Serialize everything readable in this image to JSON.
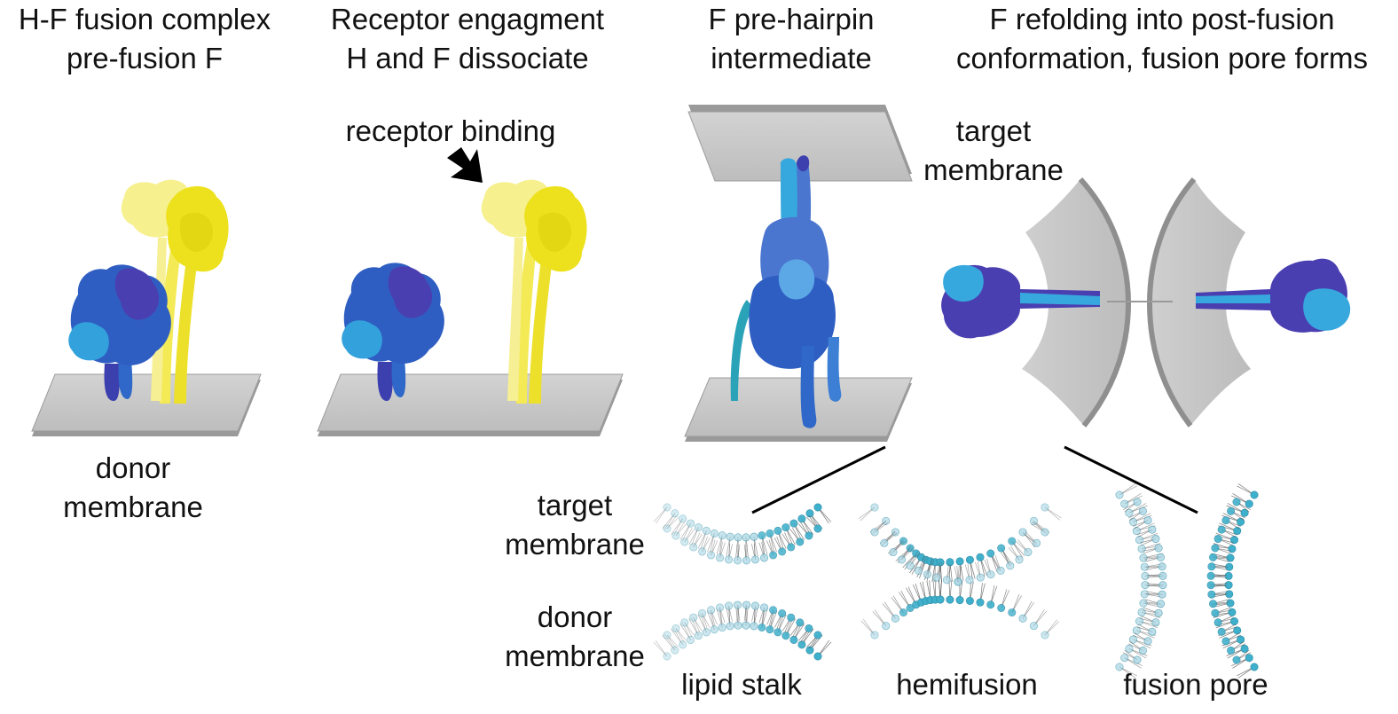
{
  "panels": [
    {
      "id": "stage-1",
      "title": "H-F fusion complex\npre-fusion F",
      "membrane_label": "donor\nmembrane"
    },
    {
      "id": "stage-2",
      "title": "Receptor engagment\nH and F dissociate",
      "annotation": "receptor binding"
    },
    {
      "id": "stage-3",
      "title": "F pre-hairpin\nintermediate",
      "membrane_label": "target\nmembrane"
    },
    {
      "id": "stage-4",
      "title": "F refolding into post-fusion\nconformation, fusion pore forms"
    }
  ],
  "lipid_panel": {
    "target_label": "target\nmembrane",
    "donor_label": "donor\nmembrane",
    "stages": [
      "lipid stalk",
      "hemifusion",
      "fusion pore"
    ]
  },
  "colors": {
    "membrane": "#c4c4c4",
    "membrane_edge": "#8f8f8f",
    "H_protein": "#f0e21a",
    "H_protein_light": "#f6f08f",
    "F_protein_dark": "#3c3fae",
    "F_protein_mid": "#2f68c8",
    "F_protein_light": "#37a8de",
    "F_protein_teal": "#2aa3b8",
    "lipid_head": "#3fb0cc",
    "lipid_head_faded": "#a8d6e4",
    "lipid_tail": "#555555"
  }
}
